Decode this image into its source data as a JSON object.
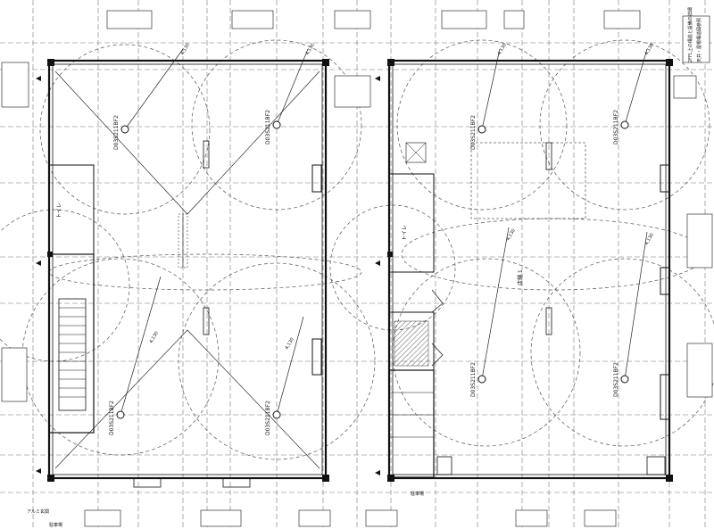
{
  "labels": {
    "top_right_note": [
      "2FFL上の構造と設備の詳細",
      "天井・屋根構造図参照"
    ],
    "left_room_toilet": "トイレ",
    "right_room_toilet": "トイレ",
    "right_room_label": "店舗 1",
    "left_bottom_note_1": "アルミ玄関",
    "left_bottom_note_2": "駐車場",
    "right_bottom_note": "駐車場",
    "equipment_codes": [
      "D03S211BF2",
      "D03S211BF2",
      "D03S211BF2",
      "D03S211BF2",
      "D03S211BF2",
      "D03S211BF2",
      "D03S211BF2",
      "D03S211BF2"
    ],
    "fixture_codes_left": [
      "4,130",
      "4,130",
      "4,130",
      "4,130"
    ],
    "fixture_codes_right": [
      "4,130",
      "4,130",
      "4,130",
      "4,130"
    ]
  }
}
